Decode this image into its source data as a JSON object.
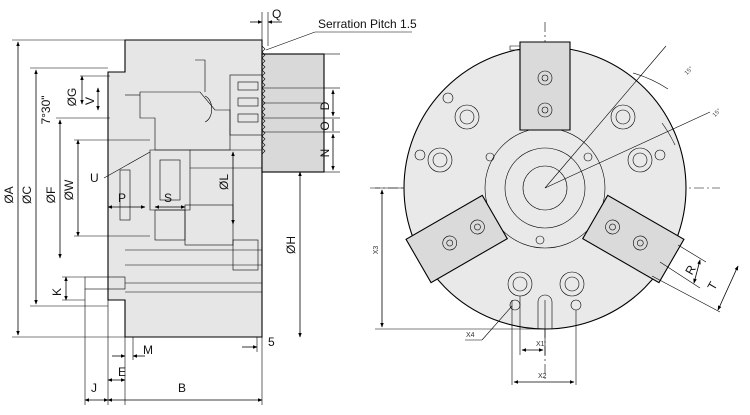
{
  "header": {
    "callout": "Serration Pitch 1.5"
  },
  "side_view": {
    "dims": {
      "a": "ØA",
      "c": "ØC",
      "f": "ØF",
      "w": "ØW",
      "g": "ØG",
      "angle": "7°30\"",
      "v": "V",
      "u": "U",
      "p": "P",
      "s": "S",
      "l": "ØL",
      "h": "ØH",
      "k": "K",
      "m": "M",
      "j": "J",
      "e": "E",
      "b": "B",
      "q": "Q",
      "d": "D",
      "o": "O",
      "n": "N",
      "five": "5"
    }
  },
  "front_view": {
    "dims": {
      "x1": "X1",
      "x2": "X2",
      "x3": "X3",
      "x4": "X4",
      "r": "R",
      "t": "T",
      "angle_a": "15°",
      "angle_b": "15°"
    }
  },
  "colors": {
    "body_fill": "#e6e6e6",
    "jaw_fill": "#d9d9d9",
    "line": "#000000"
  }
}
